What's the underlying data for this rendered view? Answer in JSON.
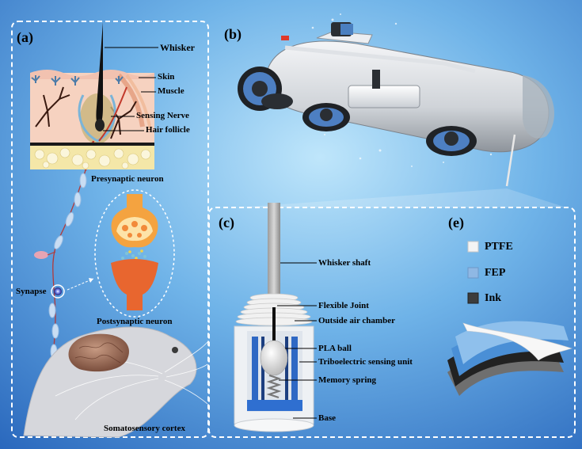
{
  "panels": {
    "a": "(a)",
    "b": "(b)",
    "c": "(c)",
    "e": "(e)"
  },
  "panel_a": {
    "whisker": "Whisker",
    "skin": "Skin",
    "muscle": "Muscle",
    "sensing_nerve": "Sensing Nerve",
    "hair_follicle": "Hair follicle",
    "presynaptic": "Presynaptic neuron",
    "synapse": "Synapse",
    "postsynaptic": "Postsynaptic neuron",
    "cortex": "Somatosensory cortex"
  },
  "panel_c": {
    "whisker_shaft": "Whisker shaft",
    "flexible_joint": "Flexible Joint",
    "outside_air_chamber": "Outside air chamber",
    "pla_ball": "PLA ball",
    "triboelectric": "Triboelectric sensing unit",
    "memory_spring": "Memory spring",
    "base": "Base"
  },
  "panel_e": {
    "legend": [
      {
        "label": "PTFE",
        "color": "#f4f4f4"
      },
      {
        "label": "FEP",
        "color": "#8fb8e4"
      },
      {
        "label": "Ink",
        "color": "#3c3c3c"
      }
    ]
  },
  "colors": {
    "bg_light": "#8fc9f0",
    "bg_dark": "#2a6bc0"
  }
}
